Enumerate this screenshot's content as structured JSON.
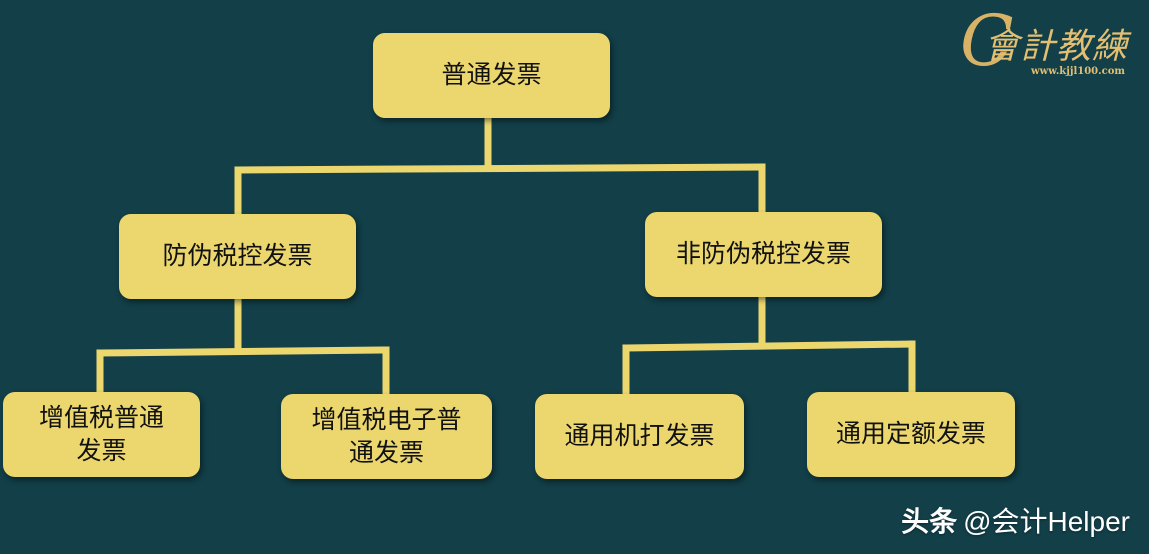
{
  "diagram": {
    "root": {
      "label": "普通发票"
    },
    "anti_counterfeit": {
      "label": "防伪税控发票"
    },
    "non_anti_counterfeit": {
      "label": "非防伪税控发票"
    },
    "vat_normal": {
      "line1": "增值税普通",
      "line2": "发票"
    },
    "vat_electronic": {
      "line1": "增值税电子普",
      "line2": "通发票"
    },
    "general_machine": {
      "label": "通用机打发票"
    },
    "general_quota": {
      "label": "通用定额发票"
    }
  },
  "logo": {
    "mark": "C",
    "text": "會計教練",
    "url": "www.kjjl100.com"
  },
  "watermark": {
    "brand": "头条",
    "handle": "@会计Helper"
  },
  "colors": {
    "background": "#123f48",
    "node_fill": "#ecd76f",
    "connector": "#ecd76f",
    "logo_gold": "#e2bf73"
  }
}
